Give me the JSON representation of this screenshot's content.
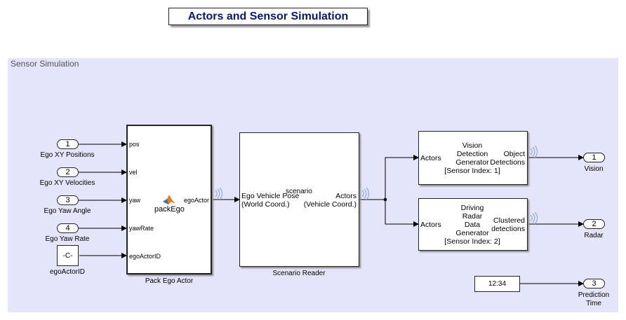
{
  "title": "Actors and Sensor Simulation",
  "area": {
    "label": "Sensor Simulation"
  },
  "inports": [
    {
      "num": "1",
      "label": "Ego XY Positions"
    },
    {
      "num": "2",
      "label": "Ego XY Velocities"
    },
    {
      "num": "3",
      "label": "Ego Yaw Angle"
    },
    {
      "num": "4",
      "label": "Ego Yaw Rate"
    }
  ],
  "constant": {
    "value": "-C-",
    "label": "egoActorID"
  },
  "pack": {
    "name": "Pack Ego Actor",
    "func": "packEgo",
    "inputs": [
      "pos",
      "vel",
      "yaw",
      "yawRate",
      "egoActorID"
    ],
    "output": "egoActor"
  },
  "reader": {
    "name": "Scenario Reader",
    "center": "scenario",
    "in1": "Ego Vehicle Pose",
    "in2": "(World Coord.)",
    "out1": "Actors",
    "out2": "(Vehicle Coord.)"
  },
  "vision": {
    "input": "Actors",
    "lines": [
      "Vision",
      "Detection",
      "Generator",
      "[Sensor Index: 1]"
    ],
    "out1": "Object",
    "out2": "Detections"
  },
  "radar": {
    "input": "Actors",
    "lines": [
      "Driving",
      "Radar",
      "Data",
      "Generator",
      "[Sensor Index: 2]"
    ],
    "out1": "Clustered",
    "out2": "detections"
  },
  "clock": {
    "value": "12:34"
  },
  "outports": [
    {
      "num": "1",
      "label": "Vision"
    },
    {
      "num": "2",
      "label": "Radar"
    },
    {
      "num": "3",
      "label1": "Prediction",
      "label2": "Time"
    }
  ],
  "colors": {
    "area": "#e4e4fb",
    "title": "#0b1a5c",
    "signal_icon": "#9ab0d8",
    "matlab_logo": "#e87a1e"
  }
}
